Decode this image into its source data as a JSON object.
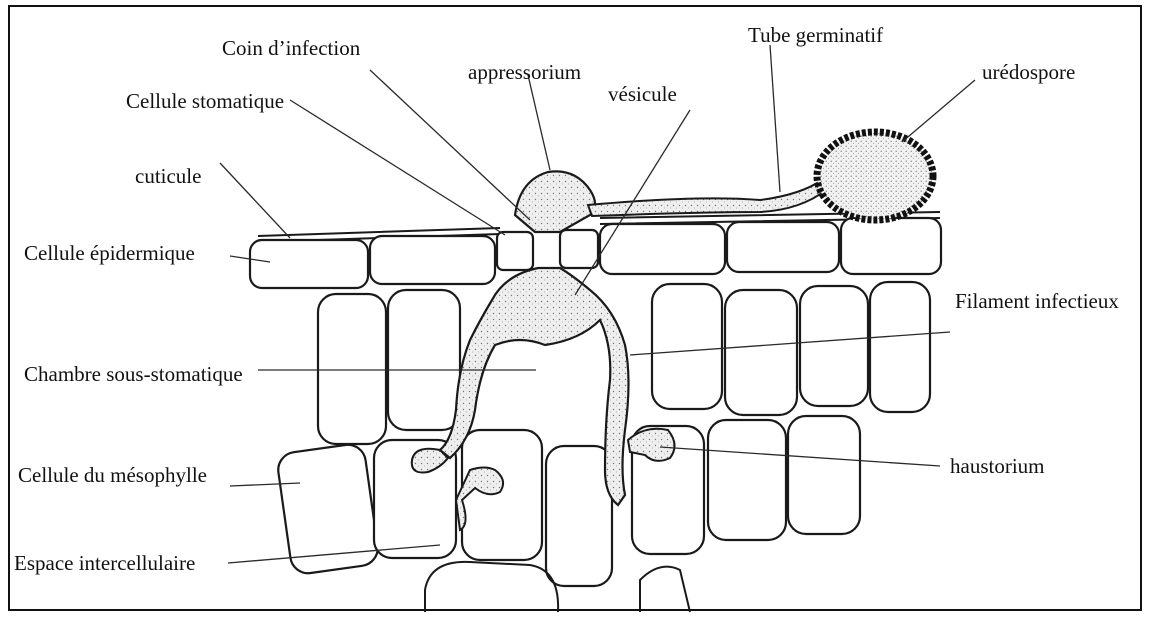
{
  "diagram": {
    "labels": {
      "coin_infection": "Coin d’infection",
      "appressorium": "appressorium",
      "tube_germinatif": "Tube germinatif",
      "uredospore": "urédospore",
      "cellule_stomatique": "Cellule stomatique",
      "vesicule": "vésicule",
      "cuticule": "cuticule",
      "cellule_epidermique": "Cellule épidermique",
      "filament_infectieux": "Filament infectieux",
      "chambre_sous_stomatique": "Chambre sous-stomatique",
      "cellule_mesophylle": "Cellule du mésophylle",
      "haustorium": "haustorium",
      "espace_intercellulaire": "Espace intercellulaire"
    }
  }
}
